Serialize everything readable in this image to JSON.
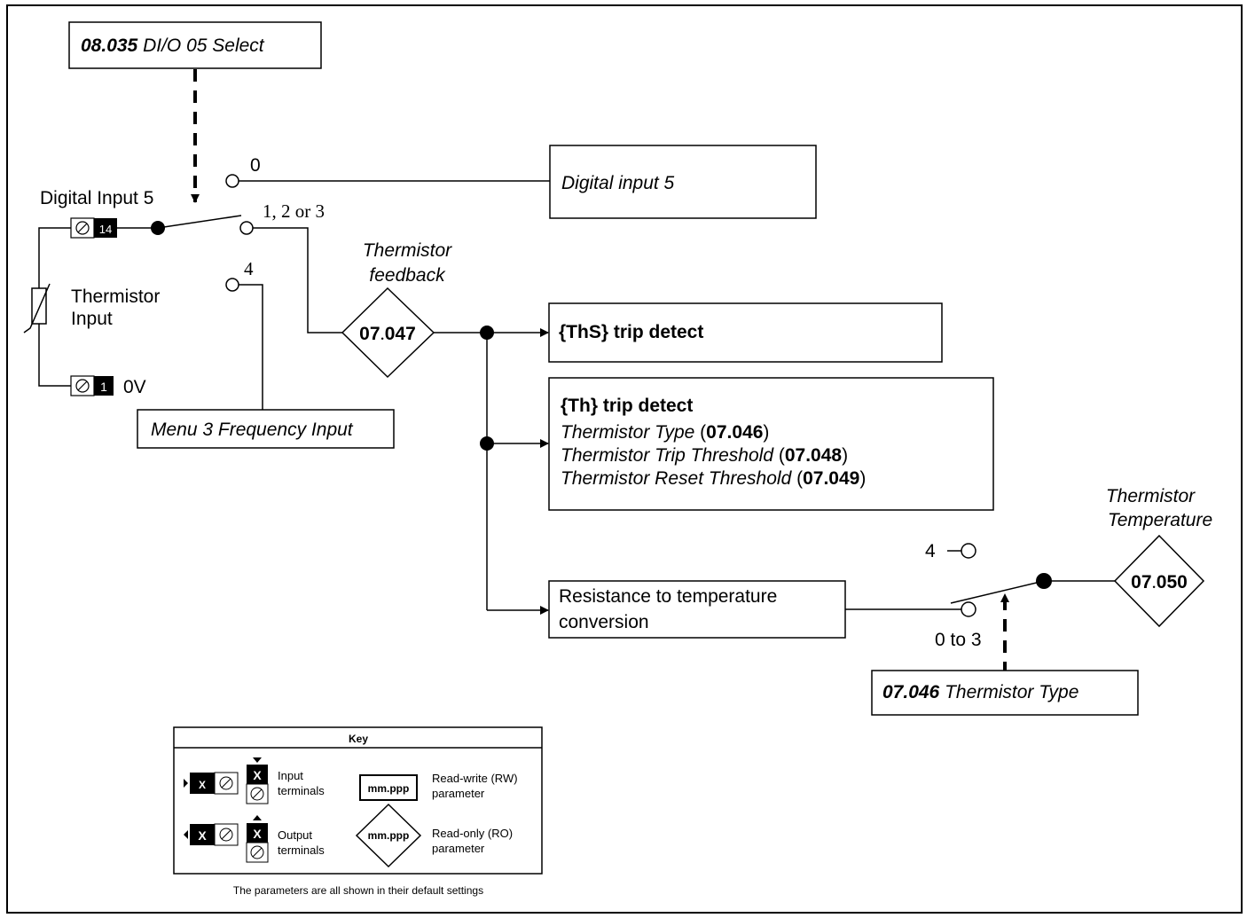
{
  "select_box": {
    "param": "08.035",
    "text": " DI/O 05 Select"
  },
  "switch_positions": {
    "p0": "0",
    "p123": "1, 2 or 3",
    "p4": "4"
  },
  "digital_input_label": "Digital Input 5",
  "terminal_14": "14",
  "terminal_1": "1",
  "zero_v": "0V",
  "thermistor_input": [
    "Thermistor",
    "Input"
  ],
  "digital_input_box": "Digital input 5",
  "thermistor_feedback": [
    "Thermistor",
    "feedback"
  ],
  "feedback_param": {
    "menu": "07",
    "param": "047"
  },
  "freq_input_box": "Menu 3 Frequency Input",
  "ths_box": "{ThS} trip detect",
  "th_box": {
    "title": "{Th} trip detect",
    "lines": [
      {
        "text": "Thermistor Type",
        "param": "07.046"
      },
      {
        "text": "Thermistor Trip Threshold",
        "param": "07.048"
      },
      {
        "text": "Thermistor Reset Threshold",
        "param": "07.049"
      }
    ]
  },
  "conversion_box": [
    "Resistance to temperature",
    "conversion"
  ],
  "temp_switch": {
    "p4": "4",
    "p03": "0 to 3"
  },
  "thermistor_temperature": [
    "Thermistor",
    "Temperature"
  ],
  "temp_param": {
    "menu": "07",
    "param": "050"
  },
  "type_box": {
    "param": "07.046",
    "text": " Thermistor Type"
  },
  "key": {
    "title": "Key",
    "x_glyph": "X",
    "input_terminals": [
      "Input",
      "terminals"
    ],
    "output_terminals": [
      "Output",
      "terminals"
    ],
    "param_sample": "mm.ppp",
    "rw": [
      "Read-write (RW)",
      "parameter"
    ],
    "ro": [
      "Read-only (RO)",
      "parameter"
    ],
    "footer": "The parameters are all shown in their default settings"
  },
  "colors": {
    "line": "#000000",
    "background": "#ffffff",
    "terminal_fill": "#000000"
  }
}
